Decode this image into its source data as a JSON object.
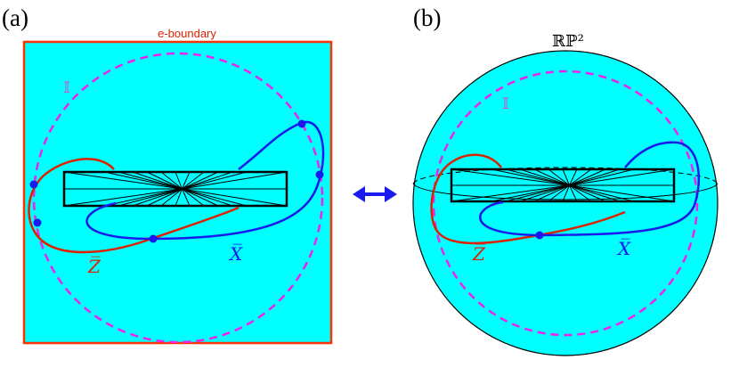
{
  "panels": {
    "a": {
      "label": "(a)",
      "boundary_label": "e-boundary",
      "inner_circle_label": "𝕀"
    },
    "b": {
      "label": "(b)",
      "sphere_label": "ℝℙ²",
      "inner_circle_label": "𝕀"
    }
  },
  "curves": {
    "z": {
      "label": "Z̅",
      "color": "#dd2200"
    },
    "x": {
      "label": "X̅",
      "color": "#1a1aee"
    }
  },
  "colors": {
    "background": "#00ffff",
    "boundary": "#ff3300",
    "dashed_circle": "#ee22ee",
    "arrow": "#1a1aee",
    "rectangle": "#000000"
  },
  "arrow": {
    "icon": "double-arrow-icon"
  }
}
